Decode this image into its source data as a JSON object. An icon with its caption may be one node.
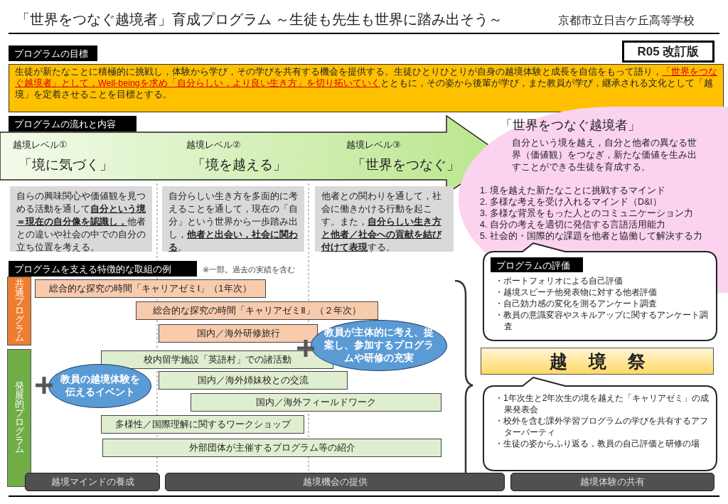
{
  "diagram": {
    "title": "「世界をつなぐ越境者」育成プログラム ～生徒も先生も世界に踏み出そう～",
    "nodes": [
      {
        "text": [
          "プログラムの目標"
        ]
      },
      {
        "text": [
          "R05 改訂版"
        ]
      },
      {
        "text": [
          "生徒が新たなことに積極的に挑戦し，体験から学び，その学びを共有する機会を提供する。生徒ひとりひとりが自身の越境体験と成長を自信をもって語り，**「世界をつなぐ越境者」として，Well-beingを求め「自分らしい，より良い生き方」を切り拓いていく**とともに，その姿から後輩が学び，また教員が学び，継承される文化として「越境」を定着させることを目標とする。"
        ]
      },
      {
        "text": [
          "プログラムの流れと内容"
        ]
      },
      {
        "text": [
          "越境レベル①",
          "「境に気づく」",
          "越境レベル②",
          "「境を越える」",
          "越境レベル③",
          "「世界をつなぐ」"
        ]
      },
      {
        "text": [
          "自らの興味関心や価値観を見つめる活動を通して**自分という境＝現在の自分像を認識し，**他者との違いや社会の中での自分の立ち位置を考える。"
        ]
      },
      {
        "text": [
          "自分らしい生き方を多面的に考えることを通して，現在の「自分」という世界から一歩踏み出し，**他者と出会い，社会に関わる**。"
        ]
      },
      {
        "text": [
          "他者との関わりを通して，社会に働きかける行動を起こす。また，**自分らしい生き方と他者／社会への貢献を結び付けて表現**する。"
        ]
      },
      {
        "text": [
          "「世界をつなぐ越境者」",
          "自分という境を越え，自分と他者の異なる世界（価値観）をつなぎ，新たな価値を生み出すことができる生徒を育成する。",
          "1. 境を越えた新たなことに挑戦するマインド",
          "2. 多様な考えを受け入れるマインド（D&I）",
          "3. 多様な背景をもった人とのコミュニケーション力",
          "4. 自分の考えを適切に発信する言語活用能力",
          "5. 社会的・国際的な課題を他者と協働して解決する力"
        ]
      },
      {
        "text": [
          "プログラムを支える特徴的な取組の例"
        ],
        "beside": [
          "※一部。過去の実績を含む"
        ]
      },
      {
        "text": [
          "共通プログラム"
        ]
      },
      {
        "text": [
          "発展的プログラム"
        ]
      },
      {
        "text": [
          "総合的な探究の時間「キャリアゼミⅠ」（1年次）"
        ]
      },
      {
        "text": [
          "総合的な探究の時間「キャリアゼミⅡ」（２年次）"
        ]
      },
      {
        "text": [
          "国内／海外研修旅行"
        ]
      },
      {
        "text": [
          "校内留学施設「英語村」での諸活動"
        ]
      },
      {
        "text": [
          "国内／海外姉妹校との交流"
        ]
      },
      {
        "text": [
          "国内／海外フィールドワーク"
        ]
      },
      {
        "text": [
          "多様性／国際理解に関するワークショップ"
        ]
      },
      {
        "text": [
          "外部団体が主催するプログラム等の紹介"
        ]
      },
      {
        "text": [
          "教員が主体的に考え、提案し、参加するプログラムや研修の充実"
        ]
      },
      {
        "text": [
          "教員の越境体験を伝えるイベント"
        ]
      },
      {
        "text": [
          "・ポートフォリオによる自己評価",
          "・越境スピーチ他発表物に対する他者評価",
          "・自己効力感の変化を測るアンケート調査",
          "・教員の意識変容やスキルアップに関するアンケート調査"
        ]
      },
      {
        "text": [
          "プログラムの評価"
        ]
      },
      {
        "text": [
          "越境祭"
        ]
      },
      {
        "text": [
          "・1年次生と2年次生の境を越えた「キャリアゼミ」の成果発表会",
          "・校外を含む課外学習プログラムの学びを共有するアフターパーティ",
          "・生徒の姿からふり返る，教員の自己評価と研修の場"
        ]
      },
      {
        "text": [
          "越境マインドの養成"
        ]
      },
      {
        "text": [
          "越境機会の提供"
        ]
      },
      {
        "text": [
          "越境体験の共有"
        ]
      }
    ],
    "labels": [
      "京都市立日吉ケ丘高等学校"
    ]
  }
}
